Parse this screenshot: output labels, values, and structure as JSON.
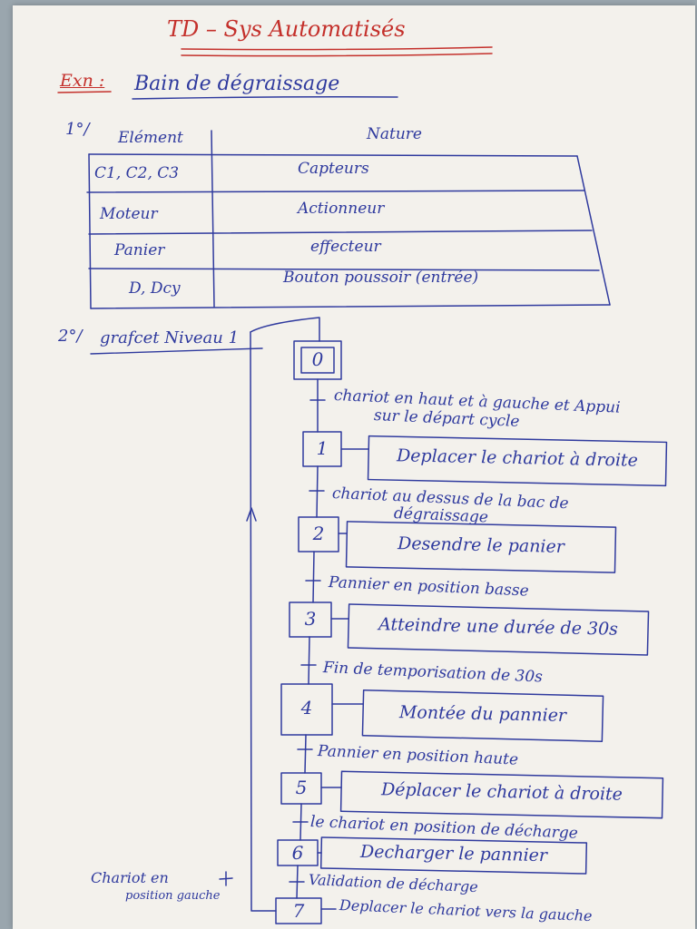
{
  "header": {
    "title": "TD – Sys Automatisés",
    "exercise_label": "Exn :",
    "exercise_title": "Bain de dégraissage"
  },
  "section1": {
    "label": "1°/",
    "columns": [
      "Elément",
      "Nature"
    ],
    "rows": [
      [
        "C1, C2, C3",
        "Capteurs"
      ],
      [
        "Moteur",
        "Actionneur"
      ],
      [
        "Panier",
        "effecteur"
      ],
      [
        "D, Dcy",
        "Bouton poussoir (entrée)"
      ]
    ]
  },
  "section2": {
    "label": "2°/",
    "title": "grafcet Niveau 1"
  },
  "grafcet": {
    "initial_step": "0",
    "steps": [
      {
        "number": "1",
        "action": "Deplacer le chariot à droite"
      },
      {
        "number": "2",
        "action": "Desendre le panier"
      },
      {
        "number": "3",
        "action": "Atteindre une durée de 30s"
      },
      {
        "number": "4",
        "action": "Montée du pannier"
      },
      {
        "number": "5",
        "action": "Déplacer le chariot à droite"
      },
      {
        "number": "6",
        "action": "Decharger le pannier"
      },
      {
        "number": "7",
        "action": "Deplacer le chariot vers la gauche"
      }
    ],
    "transitions": [
      "chariot en haut et à gauche et Appui",
      "sur le départ cycle",
      "chariot au dessus de la bac de",
      "dégraissage",
      "Pannier en position basse",
      "Fin de temporisation de 30s",
      "Pannier en position haute",
      "le chariot en position de décharge",
      "Validation de décharge",
      "Chariot en",
      "position gauche"
    ]
  }
}
